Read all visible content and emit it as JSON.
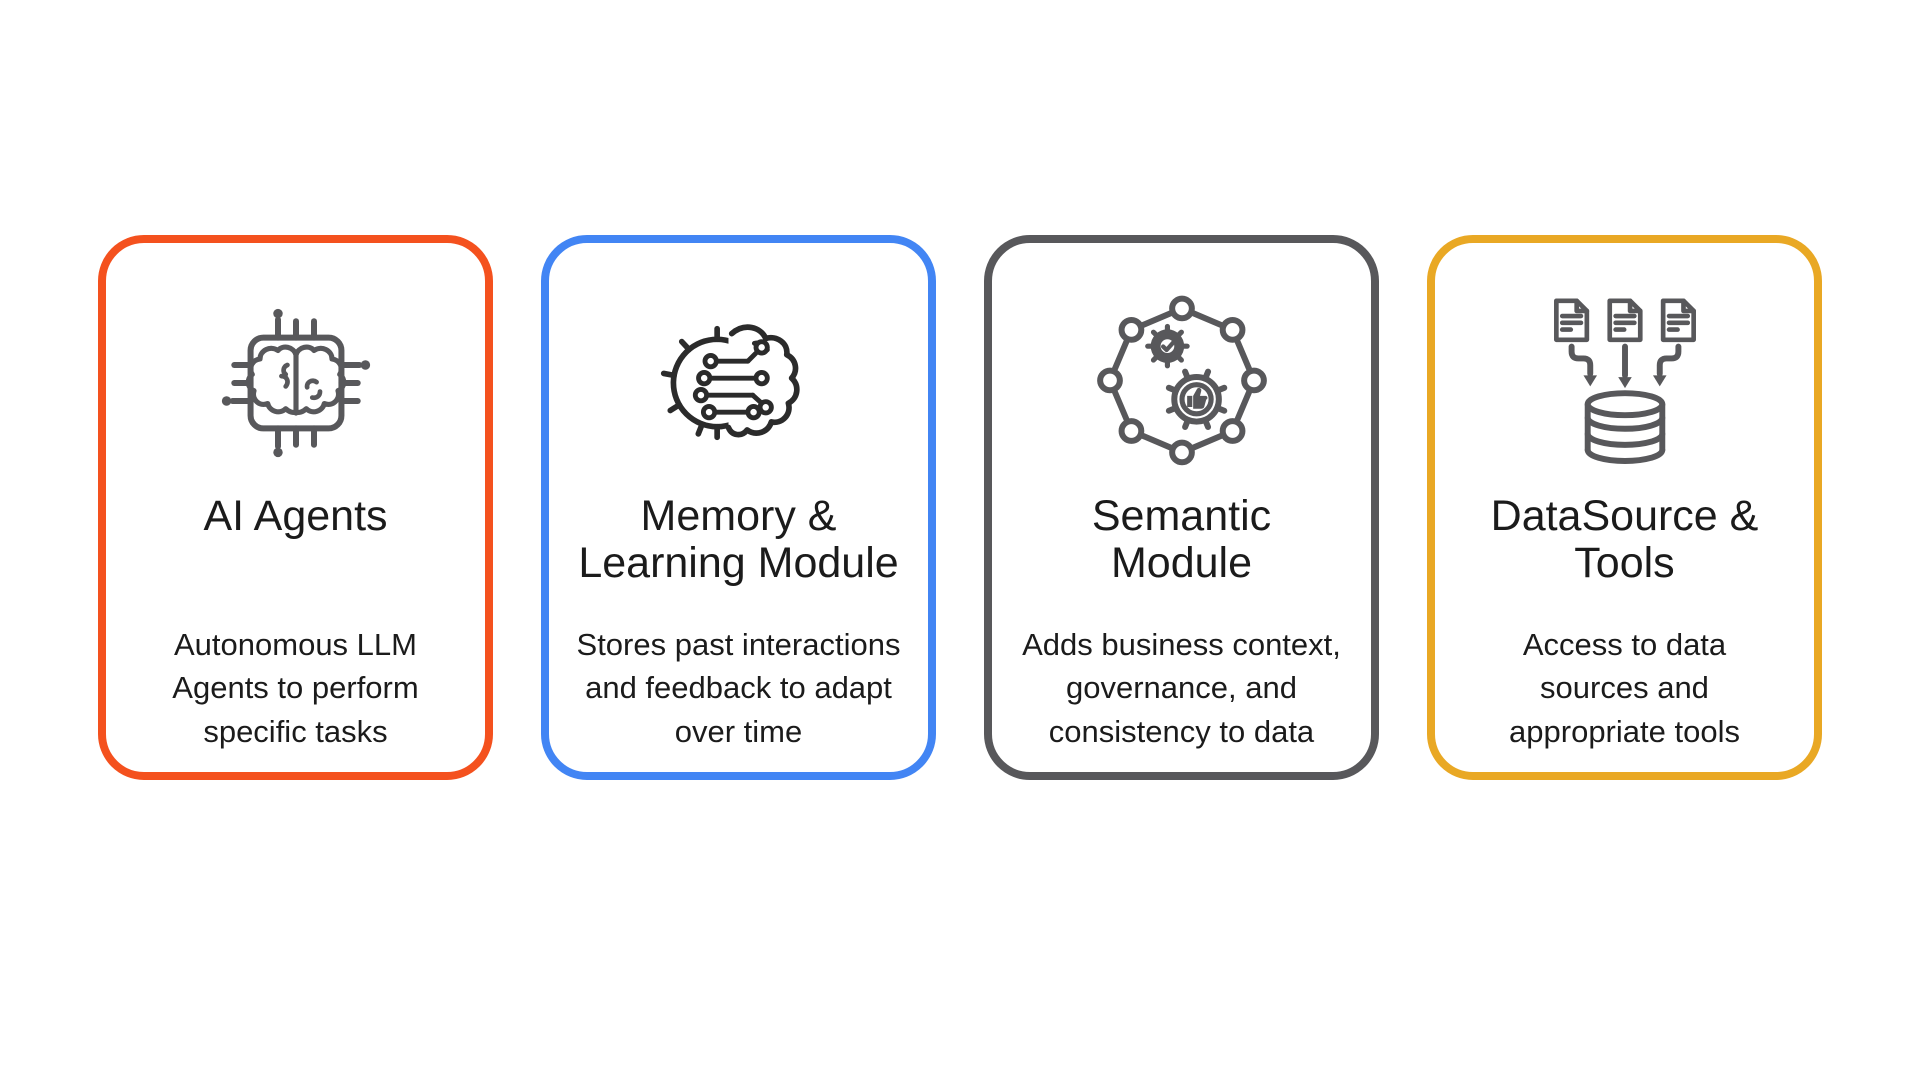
{
  "page": {
    "background": "#ffffff"
  },
  "cards": [
    {
      "id": "ai-agents",
      "accent_color": "#F4511E",
      "icon": "ai-chip-brain-icon",
      "icon_color": "#58585B",
      "title": "AI Agents",
      "description": "Autonomous LLM\nAgents to perform\nspecific tasks"
    },
    {
      "id": "memory-learning-module",
      "accent_color": "#4285F4",
      "icon": "machine-learning-gear-brain-icon",
      "icon_color": "#2B2B2B",
      "title": "Memory &\nLearning Module",
      "description": "Stores past interactions\nand feedback to adapt\nover time"
    },
    {
      "id": "semantic-module",
      "accent_color": "#58585B",
      "icon": "semantic-network-gears-icon",
      "icon_color": "#58585B",
      "title": "Semantic\nModule",
      "description": "Adds business context,\ngovernance, and\nconsistency to data"
    },
    {
      "id": "datasource-tools",
      "accent_color": "#E9A824",
      "icon": "documents-to-database-icon",
      "icon_color": "#58585B",
      "title": "DataSource &\nTools",
      "description": "Access to data\nsources and\nappropriate tools"
    }
  ]
}
